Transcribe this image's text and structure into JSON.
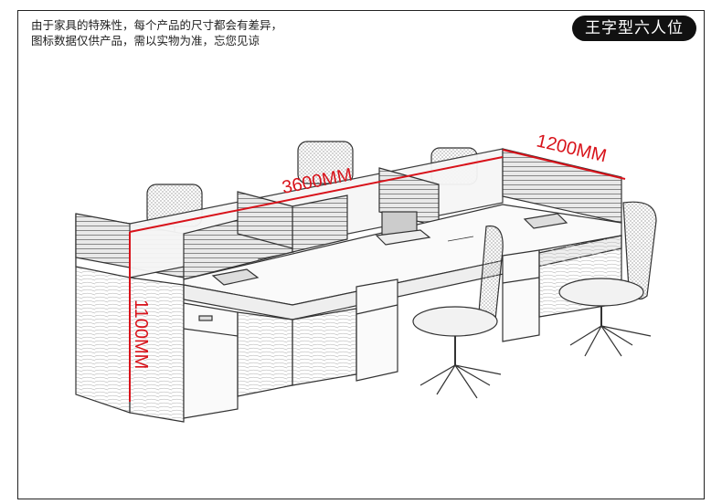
{
  "disclaimer_text": "由于家具的特殊性，每个产品的尺寸都会有差异，\n图标数据仅供产品，需以实物为准，忘您见谅",
  "badge_text": "王字型六人位",
  "dimensions": {
    "width_label": "3600MM",
    "depth_label": "1200MM",
    "height_label": "1100MM"
  },
  "colors": {
    "dimension_line": "#d8121a",
    "badge_background": "#111111",
    "sketch_line": "#333333"
  }
}
